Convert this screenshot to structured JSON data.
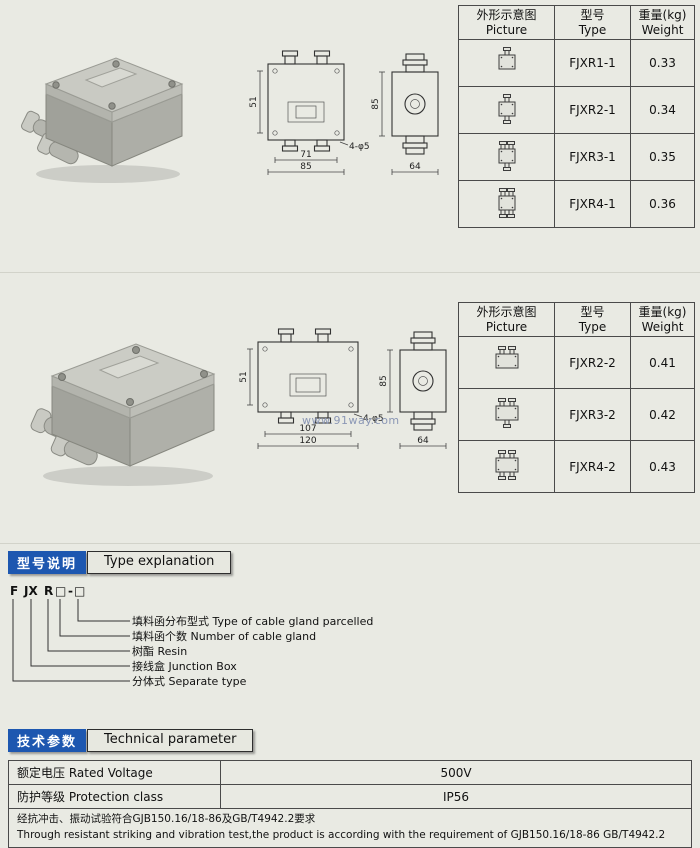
{
  "watermark": "www.91way.com",
  "spec_headers": {
    "picture_cn": "外形示意图",
    "picture_en": "Picture",
    "type_cn": "型号",
    "type_en": "Type",
    "weight_cn": "重量(kg)",
    "weight_en": "Weight"
  },
  "table1": {
    "rows": [
      {
        "type": "FJXR1-1",
        "weight": "0.33"
      },
      {
        "type": "FJXR2-1",
        "weight": "0.34"
      },
      {
        "type": "FJXR3-1",
        "weight": "0.35"
      },
      {
        "type": "FJXR4-1",
        "weight": "0.36"
      }
    ]
  },
  "table2": {
    "rows": [
      {
        "type": "FJXR2-2",
        "weight": "0.41"
      },
      {
        "type": "FJXR3-2",
        "weight": "0.42"
      },
      {
        "type": "FJXR4-2",
        "weight": "0.43"
      }
    ]
  },
  "drawing1": {
    "dim_height": "51",
    "dim_hole_span": "71",
    "dim_width": "85",
    "holes": "4-φ5",
    "side_height": "85",
    "side_width": "64"
  },
  "drawing2": {
    "dim_height": "51",
    "dim_hole_span": "107",
    "dim_width": "120",
    "holes": "4-φ5",
    "side_height": "85",
    "side_width": "64"
  },
  "type_explanation": {
    "title_cn": "型号说明",
    "title_en": "Type explanation",
    "code": {
      "f": "F",
      "jx": "JX",
      "r": "R",
      "box1": "□",
      "dash": "-",
      "box2": "□"
    },
    "labels": [
      {
        "text": "填料函分布型式 Type of cable gland parcelled"
      },
      {
        "text": "填料函个数 Number of cable gland"
      },
      {
        "text": "树酯 Resin"
      },
      {
        "text": "接线盒 Junction Box"
      },
      {
        "text": "分体式 Separate type"
      }
    ]
  },
  "tech": {
    "title_cn": "技术参数",
    "title_en": "Technical parameter",
    "rows": [
      {
        "label": "额定电压 Rated Voltage",
        "value": "500V"
      },
      {
        "label": "防护等级 Protection class",
        "value": "IP56"
      }
    ],
    "note_cn": "经抗冲击、振动试验符合GJB150.16/18-86及GB/T4942.2要求",
    "note_en": "Through resistant striking and vibration test,the product is according with the requirement of GJB150.16/18-86 GB/T4942.2"
  }
}
